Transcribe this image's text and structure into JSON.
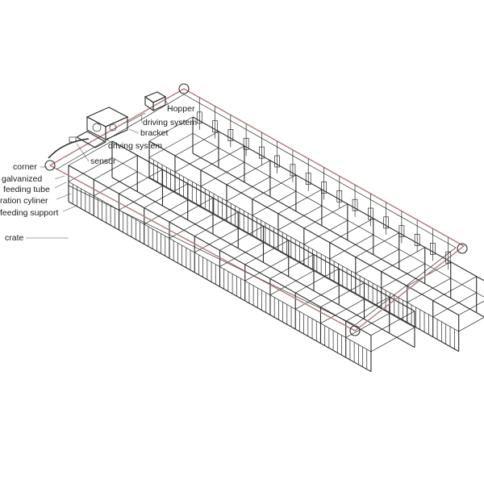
{
  "labels": {
    "hopper": "Hopper",
    "driving_system_top": "driving system",
    "bracket": "bracket",
    "driving_system": "driving system",
    "sensor": "sensor",
    "corner": "corner",
    "galvanized": "galvanized",
    "feeding_tube": "feeding tube",
    "ration_cyliner": "ration cyliner",
    "feeding_support": "feeding support",
    "crate": "crate"
  }
}
